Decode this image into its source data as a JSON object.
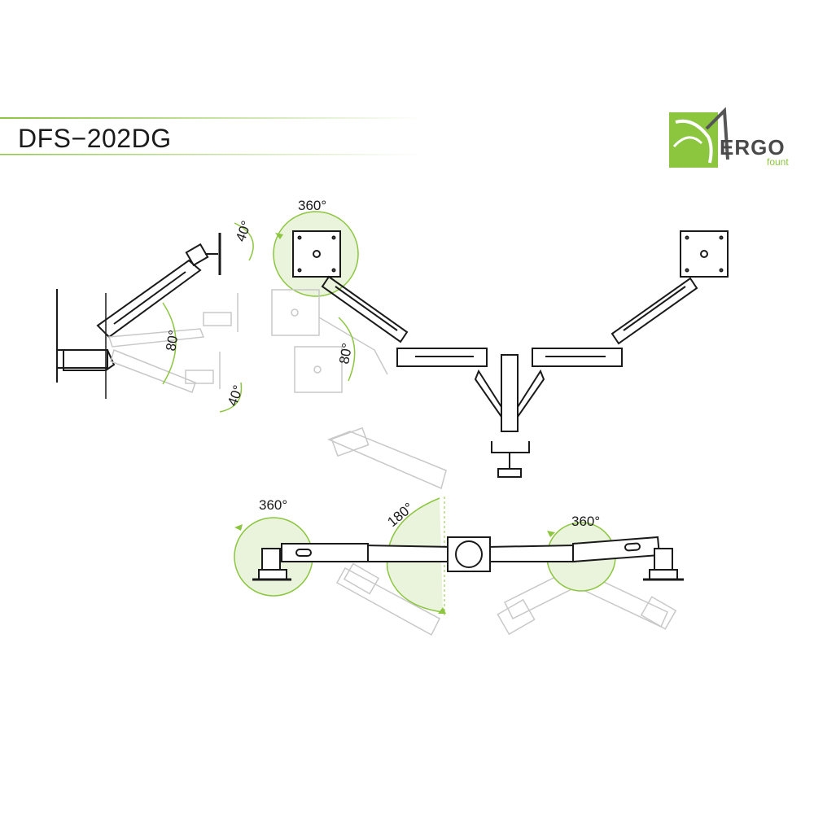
{
  "header": {
    "model": "DFS−202DG"
  },
  "logo": {
    "brand": "ERGO",
    "sub": "fount"
  },
  "annotations": {
    "side_tilt_up": "40°",
    "side_swing": "80°",
    "side_tilt_down": "40°",
    "front_rotate": "360°",
    "front_swing": "80°",
    "top_rotate_left": "360°",
    "top_swing": "180°",
    "top_rotate_right": "360°"
  },
  "colors": {
    "accent": "#8cc63f",
    "accent_fill": "#eaf4dc",
    "line": "#1a1a1a",
    "ghost": "#c8c8c8"
  }
}
